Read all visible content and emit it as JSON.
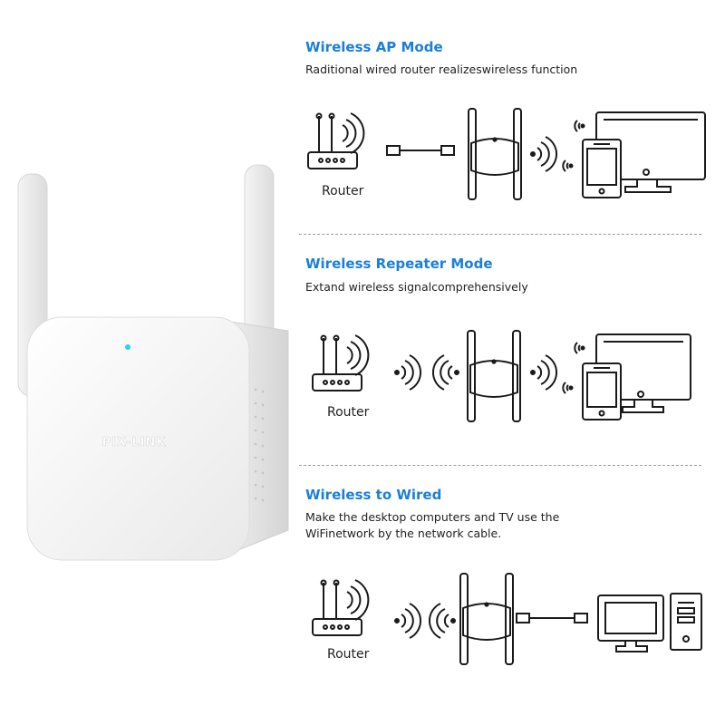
{
  "product": {
    "brand_text": "PIX-LINK",
    "led_color": "#2fd0e8"
  },
  "colors": {
    "accent": "#1a7fd9",
    "line": "#1a1a1a"
  },
  "sections": [
    {
      "title": "Wireless AP Mode",
      "description": "Raditional wired router realizeswireless function",
      "router_label": "Router"
    },
    {
      "title": "Wireless Repeater Mode",
      "description": "Extand wireless signalcomprehensively",
      "router_label": "Router"
    },
    {
      "title": "Wireless to Wired",
      "description_line1": "Make the desktop computers and TV use the",
      "description_line2": "WiFinetwork by the network cable.",
      "router_label": "Router"
    }
  ]
}
